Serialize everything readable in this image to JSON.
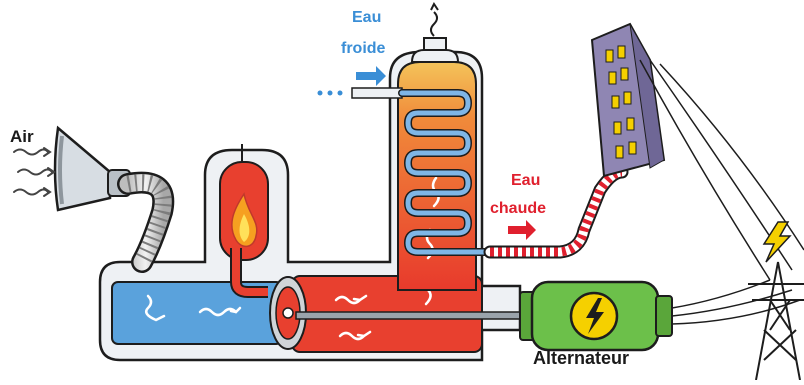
{
  "labels": {
    "air": "Air",
    "cold_water_line1": "Eau",
    "cold_water_line2": "froide",
    "hot_water_line1": "Eau",
    "hot_water_line2": "chaude",
    "alternator": "Alternateur"
  },
  "colors": {
    "cold_water_label": "#3a8ed6",
    "hot_water_label": "#e0202e",
    "alternator_label": "#1a1a1a",
    "air_label": "#1a1a1a",
    "turbine_blue": "#5aa2dc",
    "furnace_red": "#e8402f",
    "alternator_green": "#6cc04a",
    "lightning_yellow": "#f5d000",
    "building_purple": "#8f86b3"
  },
  "icons": {
    "air_intake": "funnel-icon",
    "flame": "flame-icon",
    "lightning": "lightning-bolt-icon",
    "alternator_symbol": "high-voltage-icon",
    "pylon": "power-pylon-icon",
    "building": "tower-building-icon",
    "steam": "steam-wisp-icon"
  }
}
